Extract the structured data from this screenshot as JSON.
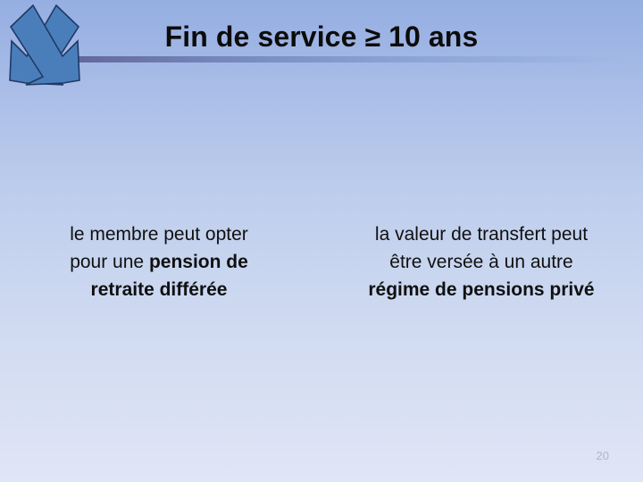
{
  "slide": {
    "title": "Fin de service ≥ 10 ans",
    "page_number": "20",
    "colors": {
      "background_top": "#96afe2",
      "background_bottom": "#e0e6f6",
      "divider_start": "#5a5f96",
      "divider_end": "#a3b8e4",
      "arrow_fill": "#4a7ebb",
      "arrow_stroke": "#1f3864",
      "title_text": "#0c0c0c",
      "body_text": "#101010",
      "page_number_text": "#b0b6c8"
    }
  },
  "columns": [
    {
      "id": "left",
      "arrow_direction": "down-left",
      "lines": [
        {
          "plain": "le membre peut opter",
          "bold": ""
        },
        {
          "plain": "pour une ",
          "bold": "pension de"
        },
        {
          "plain": "",
          "bold": "retraite différée"
        }
      ],
      "full_text": "le membre peut opter pour une pension de retraite différée"
    },
    {
      "id": "right",
      "arrow_direction": "down-right",
      "lines": [
        {
          "plain": "la valeur de transfert peut",
          "bold": ""
        },
        {
          "plain": "être versée à un autre",
          "bold": ""
        },
        {
          "plain": "",
          "bold": "régime de pensions privé"
        }
      ],
      "full_text": "la valeur de transfert peut être versée à un autre régime de pensions privé"
    }
  ]
}
